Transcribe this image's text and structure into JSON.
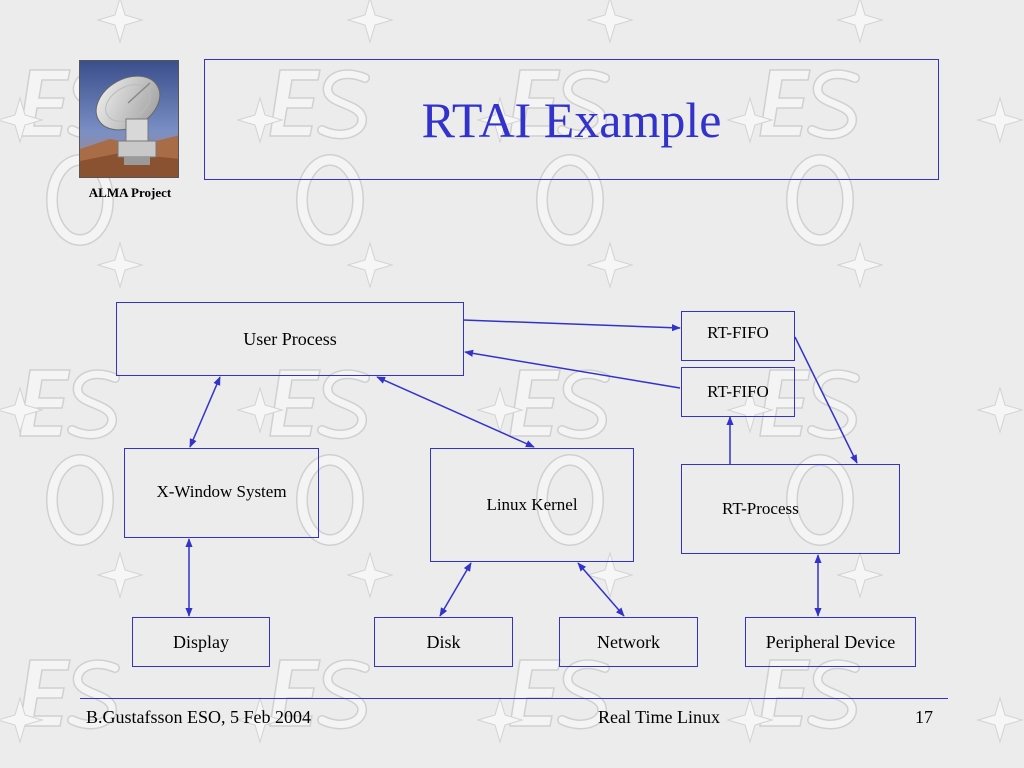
{
  "slide": {
    "title": "RTAI Example",
    "logo": {
      "caption": "ALMA Project",
      "image": "antenna-image"
    }
  },
  "diagram": {
    "nodes": {
      "user_process": "User Process",
      "rt_fifo_1": "RT-FIFO",
      "rt_fifo_2": "RT-FIFO",
      "x_window": "X-Window System",
      "linux_kernel": "Linux Kernel",
      "rt_process": "RT-Process",
      "display": "Display",
      "disk": "Disk",
      "network": "Network",
      "peripheral_device": "Peripheral Device"
    },
    "edges": [
      {
        "from": "user_process",
        "to": "rt_fifo_1",
        "direction": "forward"
      },
      {
        "from": "rt_fifo_2",
        "to": "user_process",
        "direction": "forward"
      },
      {
        "from": "rt_process",
        "to": "rt_fifo_2",
        "direction": "forward"
      },
      {
        "from": "rt_fifo_1",
        "to": "rt_process",
        "direction": "forward"
      },
      {
        "from": "user_process",
        "to": "x_window",
        "direction": "both"
      },
      {
        "from": "user_process",
        "to": "linux_kernel",
        "direction": "both"
      },
      {
        "from": "x_window",
        "to": "display",
        "direction": "both"
      },
      {
        "from": "linux_kernel",
        "to": "disk",
        "direction": "both"
      },
      {
        "from": "linux_kernel",
        "to": "network",
        "direction": "both"
      },
      {
        "from": "rt_process",
        "to": "peripheral_device",
        "direction": "both"
      }
    ]
  },
  "footer": {
    "author_date": "B.Gustafsson ESO, 5 Feb 2004",
    "topic": "Real Time Linux",
    "page_number": "17"
  },
  "colors": {
    "accent": "#3333cc",
    "background": "#ececec"
  }
}
